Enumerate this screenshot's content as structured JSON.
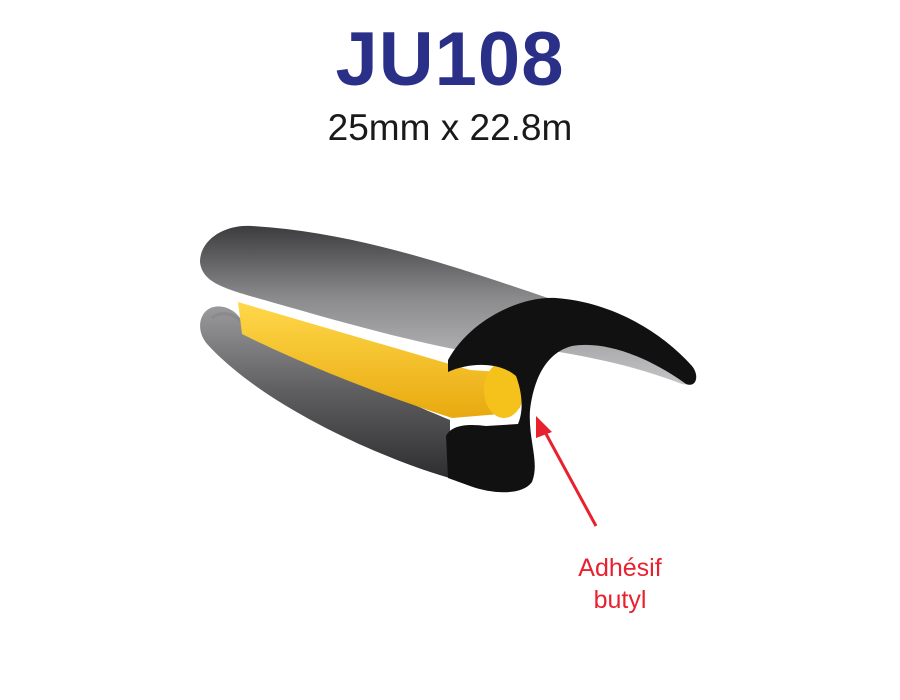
{
  "product": {
    "code": "JU108",
    "dimensions": "25mm x 22.8m"
  },
  "callout": {
    "line1": "Adhésif",
    "line2": "butyl"
  },
  "colors": {
    "title": "#2a3087",
    "profile_body": "#111111",
    "profile_surface": "#6e6e70",
    "adhesive": "#f5c21b",
    "callout": "#e8212e"
  },
  "icons": {
    "profile": "rubber-seal-profile",
    "pointer": "arrow"
  }
}
